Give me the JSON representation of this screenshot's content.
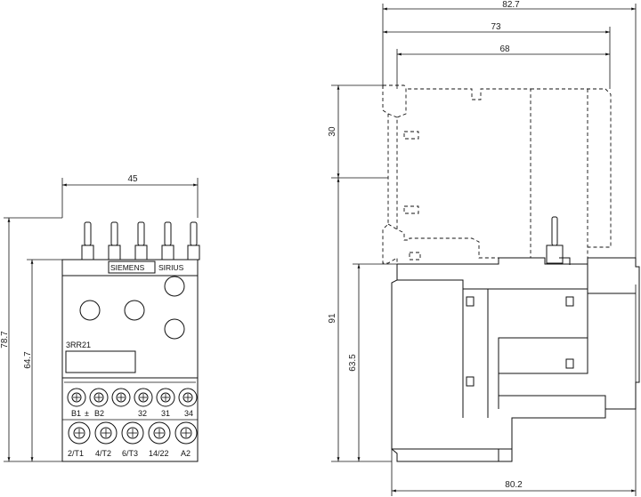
{
  "front_view": {
    "width_dim": "45",
    "height_total_dim": "78.7",
    "height_body_dim": "64.7",
    "brand_left": "SIEMENS",
    "brand_right": "SIRIUS",
    "model": "3RR21",
    "aux_terminals": [
      "B1",
      "B2",
      "32",
      "31",
      "34"
    ],
    "aux_symbol": "±",
    "main_terminals": [
      "2/T1",
      "4/T2",
      "6/T3",
      "14/22",
      "A2"
    ]
  },
  "side_view": {
    "depth_total_dim": "82.7",
    "depth_mid_dim": "73",
    "depth_small_dim": "68",
    "depth_base_dim": "80.2",
    "height_top_dim": "30",
    "height_full_dim": "91",
    "height_base_dim": "63.5"
  }
}
